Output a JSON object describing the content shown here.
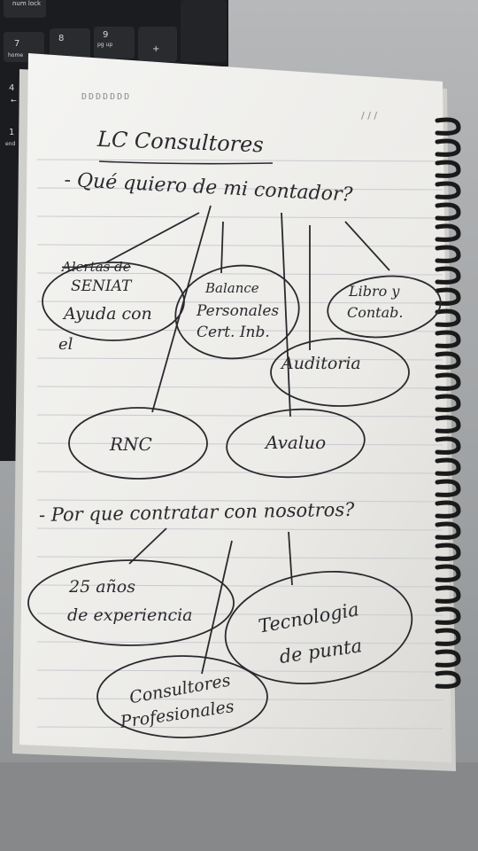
{
  "keyboard": {
    "num_lock": "num\nlock",
    "key_7": "7",
    "key_7_sub": "home",
    "key_8": "8",
    "key_9": "9",
    "key_9_sub": "pg up",
    "key_plus": "+",
    "key_4": "4",
    "key_4_sub": "←",
    "key_1": "1",
    "key_1_sub": "end"
  },
  "notebook": {
    "brand": "DDDDDDD",
    "date": "/ / /",
    "title": "LC Consultores",
    "question_1": "- Qué quiero de mi contador?",
    "bubbles_1": [
      {
        "lines": [
          "Alertas de",
          "SENIAT",
          "Ayuda con",
          "el"
        ]
      },
      {
        "lines": [
          "Balance",
          "Personales",
          "Cert. Inb."
        ]
      },
      {
        "lines": [
          "Libro y",
          "Contab."
        ]
      },
      {
        "lines": [
          "Auditoria"
        ]
      },
      {
        "lines": [
          "RNC"
        ]
      },
      {
        "lines": [
          "Avaluo"
        ]
      }
    ],
    "question_2": "- Por que contratar con nosotros?",
    "bubbles_2": [
      {
        "lines": [
          "25 años",
          "de experiencia"
        ]
      },
      {
        "lines": [
          "Tecnologia",
          "de punta"
        ]
      },
      {
        "lines": [
          "Consultores",
          "Profesionales"
        ]
      }
    ]
  }
}
